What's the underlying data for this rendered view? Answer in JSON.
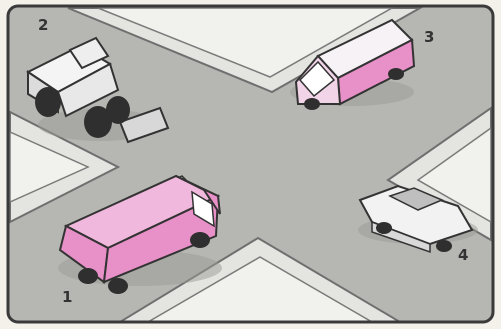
{
  "diagram": {
    "type": "intersection-illustration",
    "colors": {
      "frame": "#3a3a3a",
      "asphalt": "#b6b6b2",
      "sidewalk": "#e6e6e2",
      "block": "#f1f1ee",
      "curb": "#6f6f6f",
      "vehicle_accent": "#e890c8",
      "white_vehicle": "#f2f2f2",
      "wheel": "#2f2f2f"
    },
    "vehicles": [
      {
        "number": "1",
        "name": "fire-truck",
        "color": "pink",
        "icon": "fire-truck-icon"
      },
      {
        "number": "2",
        "name": "road-roller",
        "color": "white",
        "icon": "road-roller-icon"
      },
      {
        "number": "3",
        "name": "van",
        "color": "pink",
        "icon": "van-icon"
      },
      {
        "number": "4",
        "name": "car",
        "color": "white",
        "icon": "car-icon"
      }
    ]
  }
}
